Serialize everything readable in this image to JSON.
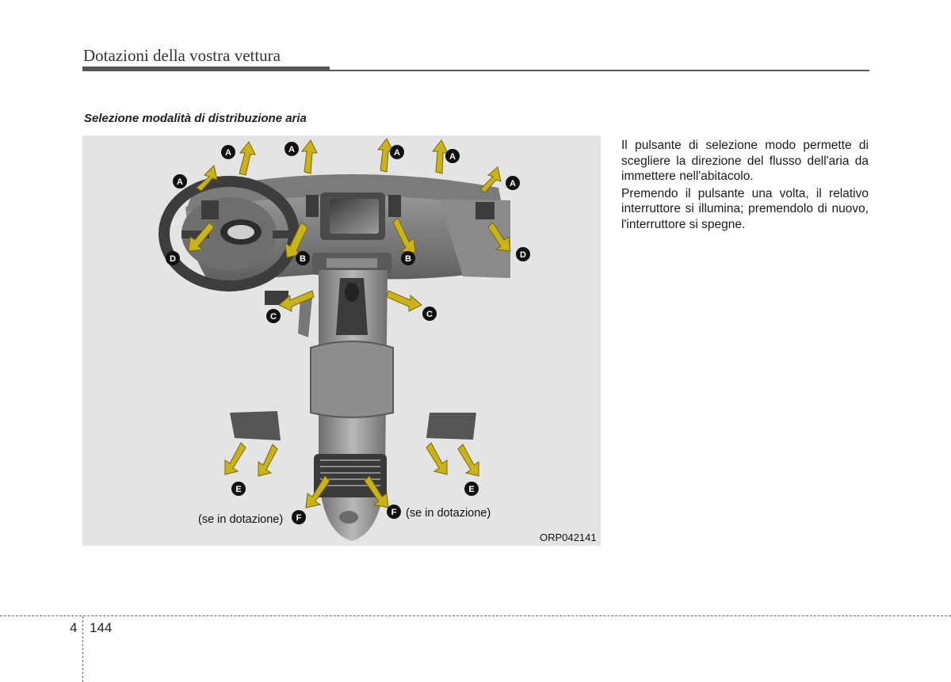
{
  "header": {
    "title": "Dotazioni della vostra vettura"
  },
  "section": {
    "heading": "Selezione modalità di distribuzione aria"
  },
  "figure": {
    "code": "ORP042141",
    "optional_left": "(se in dotazione)",
    "optional_right": "(se in dotazione)",
    "arrow_color": "#c9b21a",
    "badges": {
      "A": "A",
      "B": "B",
      "C": "C",
      "D": "D",
      "E": "E",
      "F": "F"
    }
  },
  "body": {
    "paragraphs": [
      "Il pulsante di selezione modo permette di scegliere la direzione del flusso dell'aria da immettere nell'abitacolo.",
      "Premendo il pulsante una volta, il relativo interruttore si illumina; premendolo di nuovo, l'interruttore si spegne."
    ]
  },
  "footer": {
    "chapter": "4",
    "page": "144"
  }
}
